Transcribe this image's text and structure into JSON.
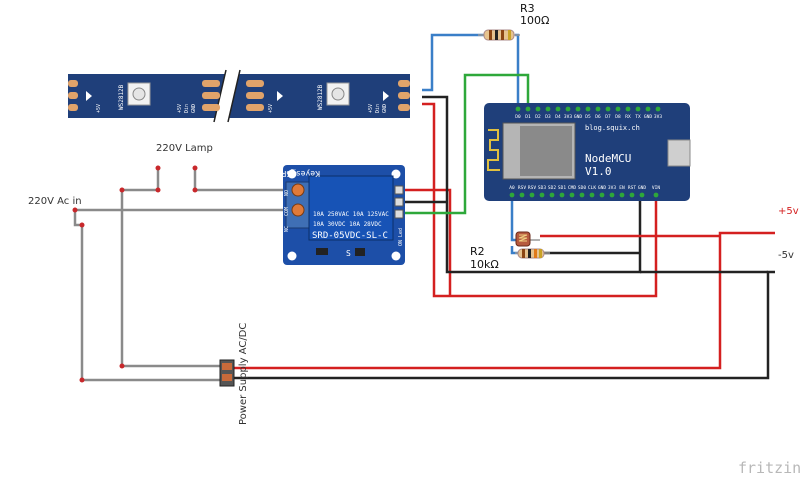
{
  "labels": {
    "lamp": "220V Lamp",
    "ac_in": "220V Ac in",
    "plus5v": "+5v",
    "minus5v": "-5v",
    "power_supply": "Power Supply AC/DC",
    "watermark": "fritzing"
  },
  "resistors": {
    "r3": {
      "name": "R3",
      "value": "100Ω"
    },
    "r2": {
      "name": "R2",
      "value": "10kΩ"
    }
  },
  "led_strip": {
    "chip": "WS2812B",
    "pins": [
      "+5V",
      "Din",
      "GND"
    ]
  },
  "relay": {
    "brand": "Keyes_SRly",
    "rating1": "10A 250VAC  10A 125VAC",
    "rating2": "10A  30VDC  10A  28VDC",
    "model": "SRD-05VDC-SL-C",
    "pins": [
      "NC",
      "COM",
      "NO"
    ],
    "signal": "S",
    "led_label": "ON Led"
  },
  "nodemcu": {
    "url": "blog.squix.ch",
    "name": "NodeMCU",
    "version": "V1.0",
    "top_pins": [
      "D0",
      "D1",
      "D2",
      "D3",
      "D4",
      "3V3",
      "GND",
      "D5",
      "D6",
      "D7",
      "D8",
      "RX",
      "TX",
      "GND",
      "3V3"
    ],
    "bottom_pins": [
      "A0",
      "RSV",
      "RSV",
      "SD3",
      "SD2",
      "SD1",
      "CMD",
      "SD0",
      "CLK",
      "GND",
      "3V3",
      "EN",
      "RST",
      "GND",
      "VIN"
    ]
  },
  "colors": {
    "wire_red": "#d42020",
    "wire_black": "#222222",
    "wire_gray": "#8a8a8a",
    "wire_blue": "#3a7fc8",
    "wire_green": "#2ea83a",
    "board_blue": "#1f3f7a",
    "relay_blue": "#1d4fa8"
  }
}
